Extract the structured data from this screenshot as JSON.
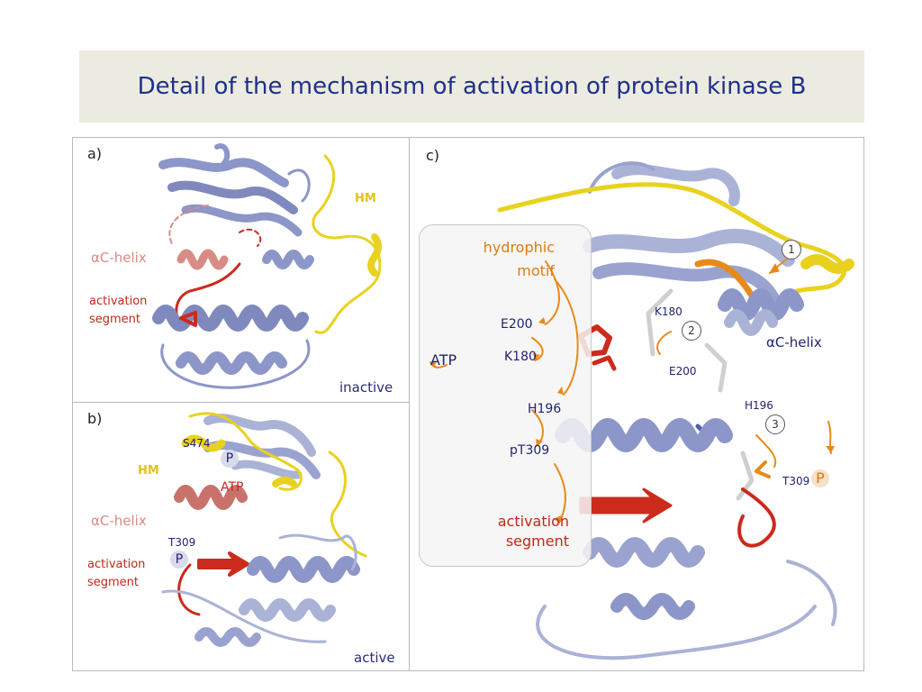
{
  "title": "Detail of the mechanism of activation of protein kinase B",
  "panel_a": {
    "letter": "a)",
    "state": "inactive",
    "hm": "HM",
    "helix": "αC-helix",
    "activation": "activation segment"
  },
  "panel_b": {
    "letter": "b)",
    "state": "active",
    "hm": "HM",
    "s474": "S474",
    "p1": "P",
    "atp": "ATP",
    "helix": "αC-helix",
    "t309": "T309",
    "p2": "P",
    "activation": "activation segment"
  },
  "panel_c": {
    "letter": "c)",
    "mechanism": {
      "motif": "hydrophic motif",
      "e200": "E200",
      "k180": "K180",
      "atp": "ATP",
      "h196": "H196",
      "pt309": "pT309",
      "activation": "activation segment"
    },
    "k180": "K180",
    "e200": "E200",
    "h196": "H196",
    "t309": "T309",
    "p": "P",
    "helix": "αC-helix",
    "step1": "1",
    "step2": "2",
    "step3": "3"
  },
  "colors": {
    "ribbon": "#8c96c8",
    "ribbon_light": "#aab3d6",
    "hm_yellow": "#e8d21f",
    "activation_red": "#cc2a1c",
    "helix_pink": "#d98b86",
    "orange": "#e88a1a"
  }
}
